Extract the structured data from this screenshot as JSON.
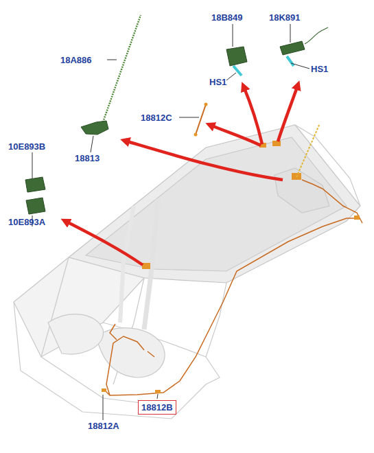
{
  "diagram": {
    "nodes": [
      {
        "text": [
          "18812B"
        ]
      }
    ],
    "labels": [
      "18A886",
      "18B849",
      "18K891",
      "HS1",
      "HS1",
      "18812C",
      "18813",
      "10E893B",
      "10E893A",
      "18812A"
    ]
  }
}
